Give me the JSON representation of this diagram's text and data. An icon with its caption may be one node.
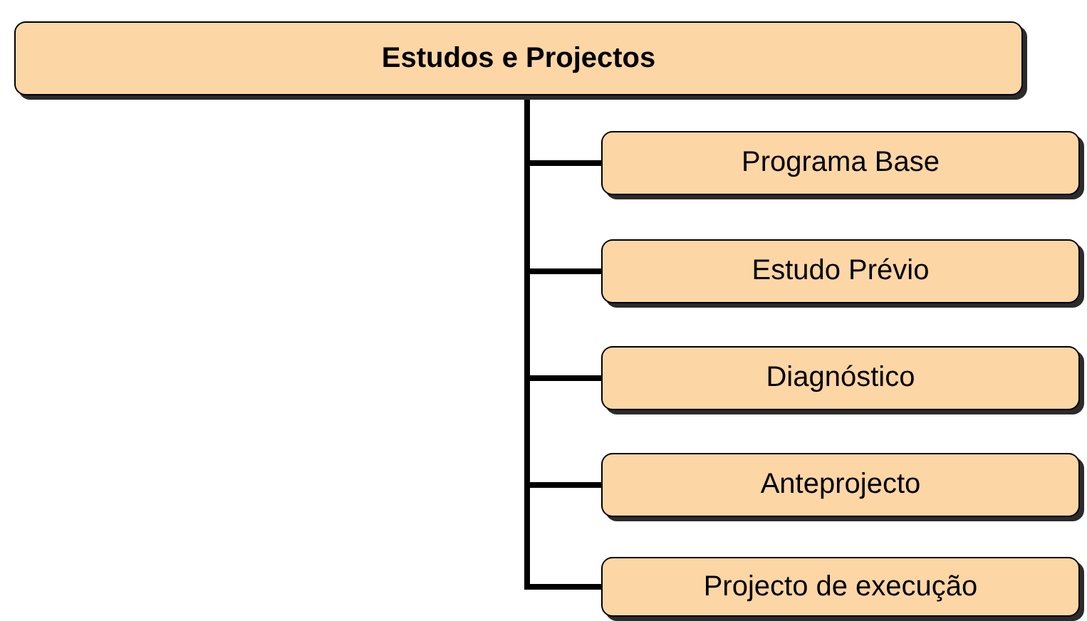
{
  "diagram": {
    "nodes": [
      {
        "text": [
          "Estudos e Projectos"
        ]
      },
      {
        "text": [
          "Programa Base"
        ]
      },
      {
        "text": [
          "Estudo Prévio"
        ]
      },
      {
        "text": [
          "Diagnóstico"
        ]
      },
      {
        "text": [
          "Anteprojecto"
        ]
      },
      {
        "text": [
          "Projecto de execução"
        ]
      }
    ],
    "edges": [
      {
        "from": 0,
        "to": 1,
        "arrow": "none"
      },
      {
        "from": 0,
        "to": 2,
        "arrow": "none"
      },
      {
        "from": 0,
        "to": 3,
        "arrow": "none"
      },
      {
        "from": 0,
        "to": 4,
        "arrow": "none"
      },
      {
        "from": 0,
        "to": 5,
        "arrow": "none"
      }
    ]
  }
}
